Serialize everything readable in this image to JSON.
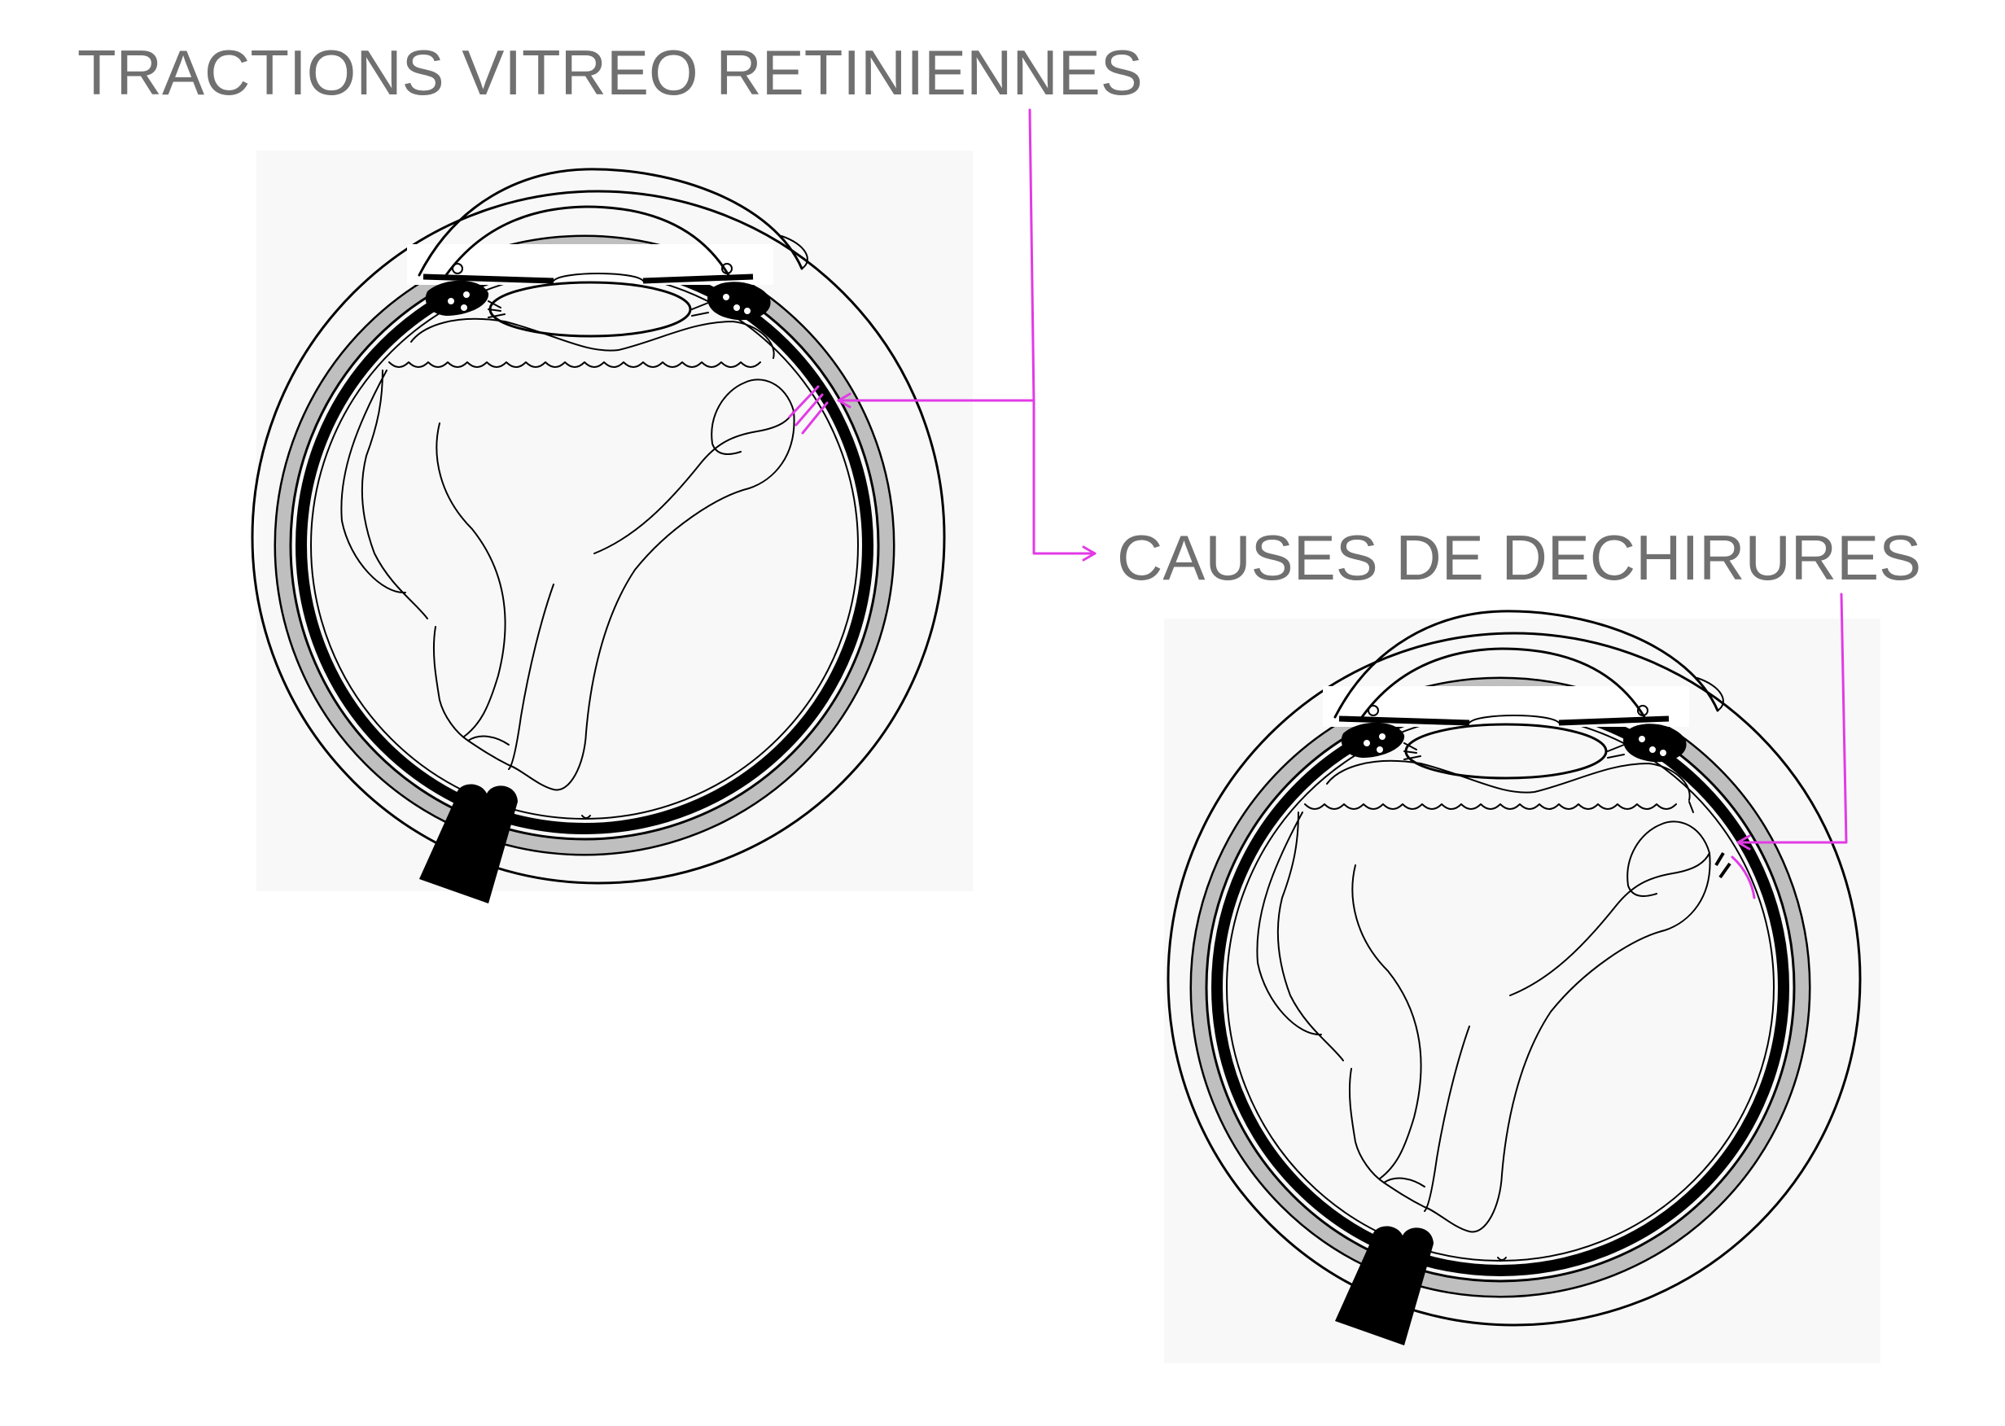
{
  "labels": {
    "top": "TRACTIONS VITREO RETINIENNES",
    "middle": "CAUSES DE DECHIRURES"
  },
  "colors": {
    "label_text": "#707070",
    "pointer": "#e23ae6",
    "sclera_band": "#bfbfbf",
    "ink": "#000000"
  },
  "diagrams": [
    {
      "name": "eye-with-vitreoretinal-traction",
      "pointer_color": "#e23ae6"
    },
    {
      "name": "eye-with-retinal-tear",
      "pointer_color": "#e23ae6"
    }
  ]
}
